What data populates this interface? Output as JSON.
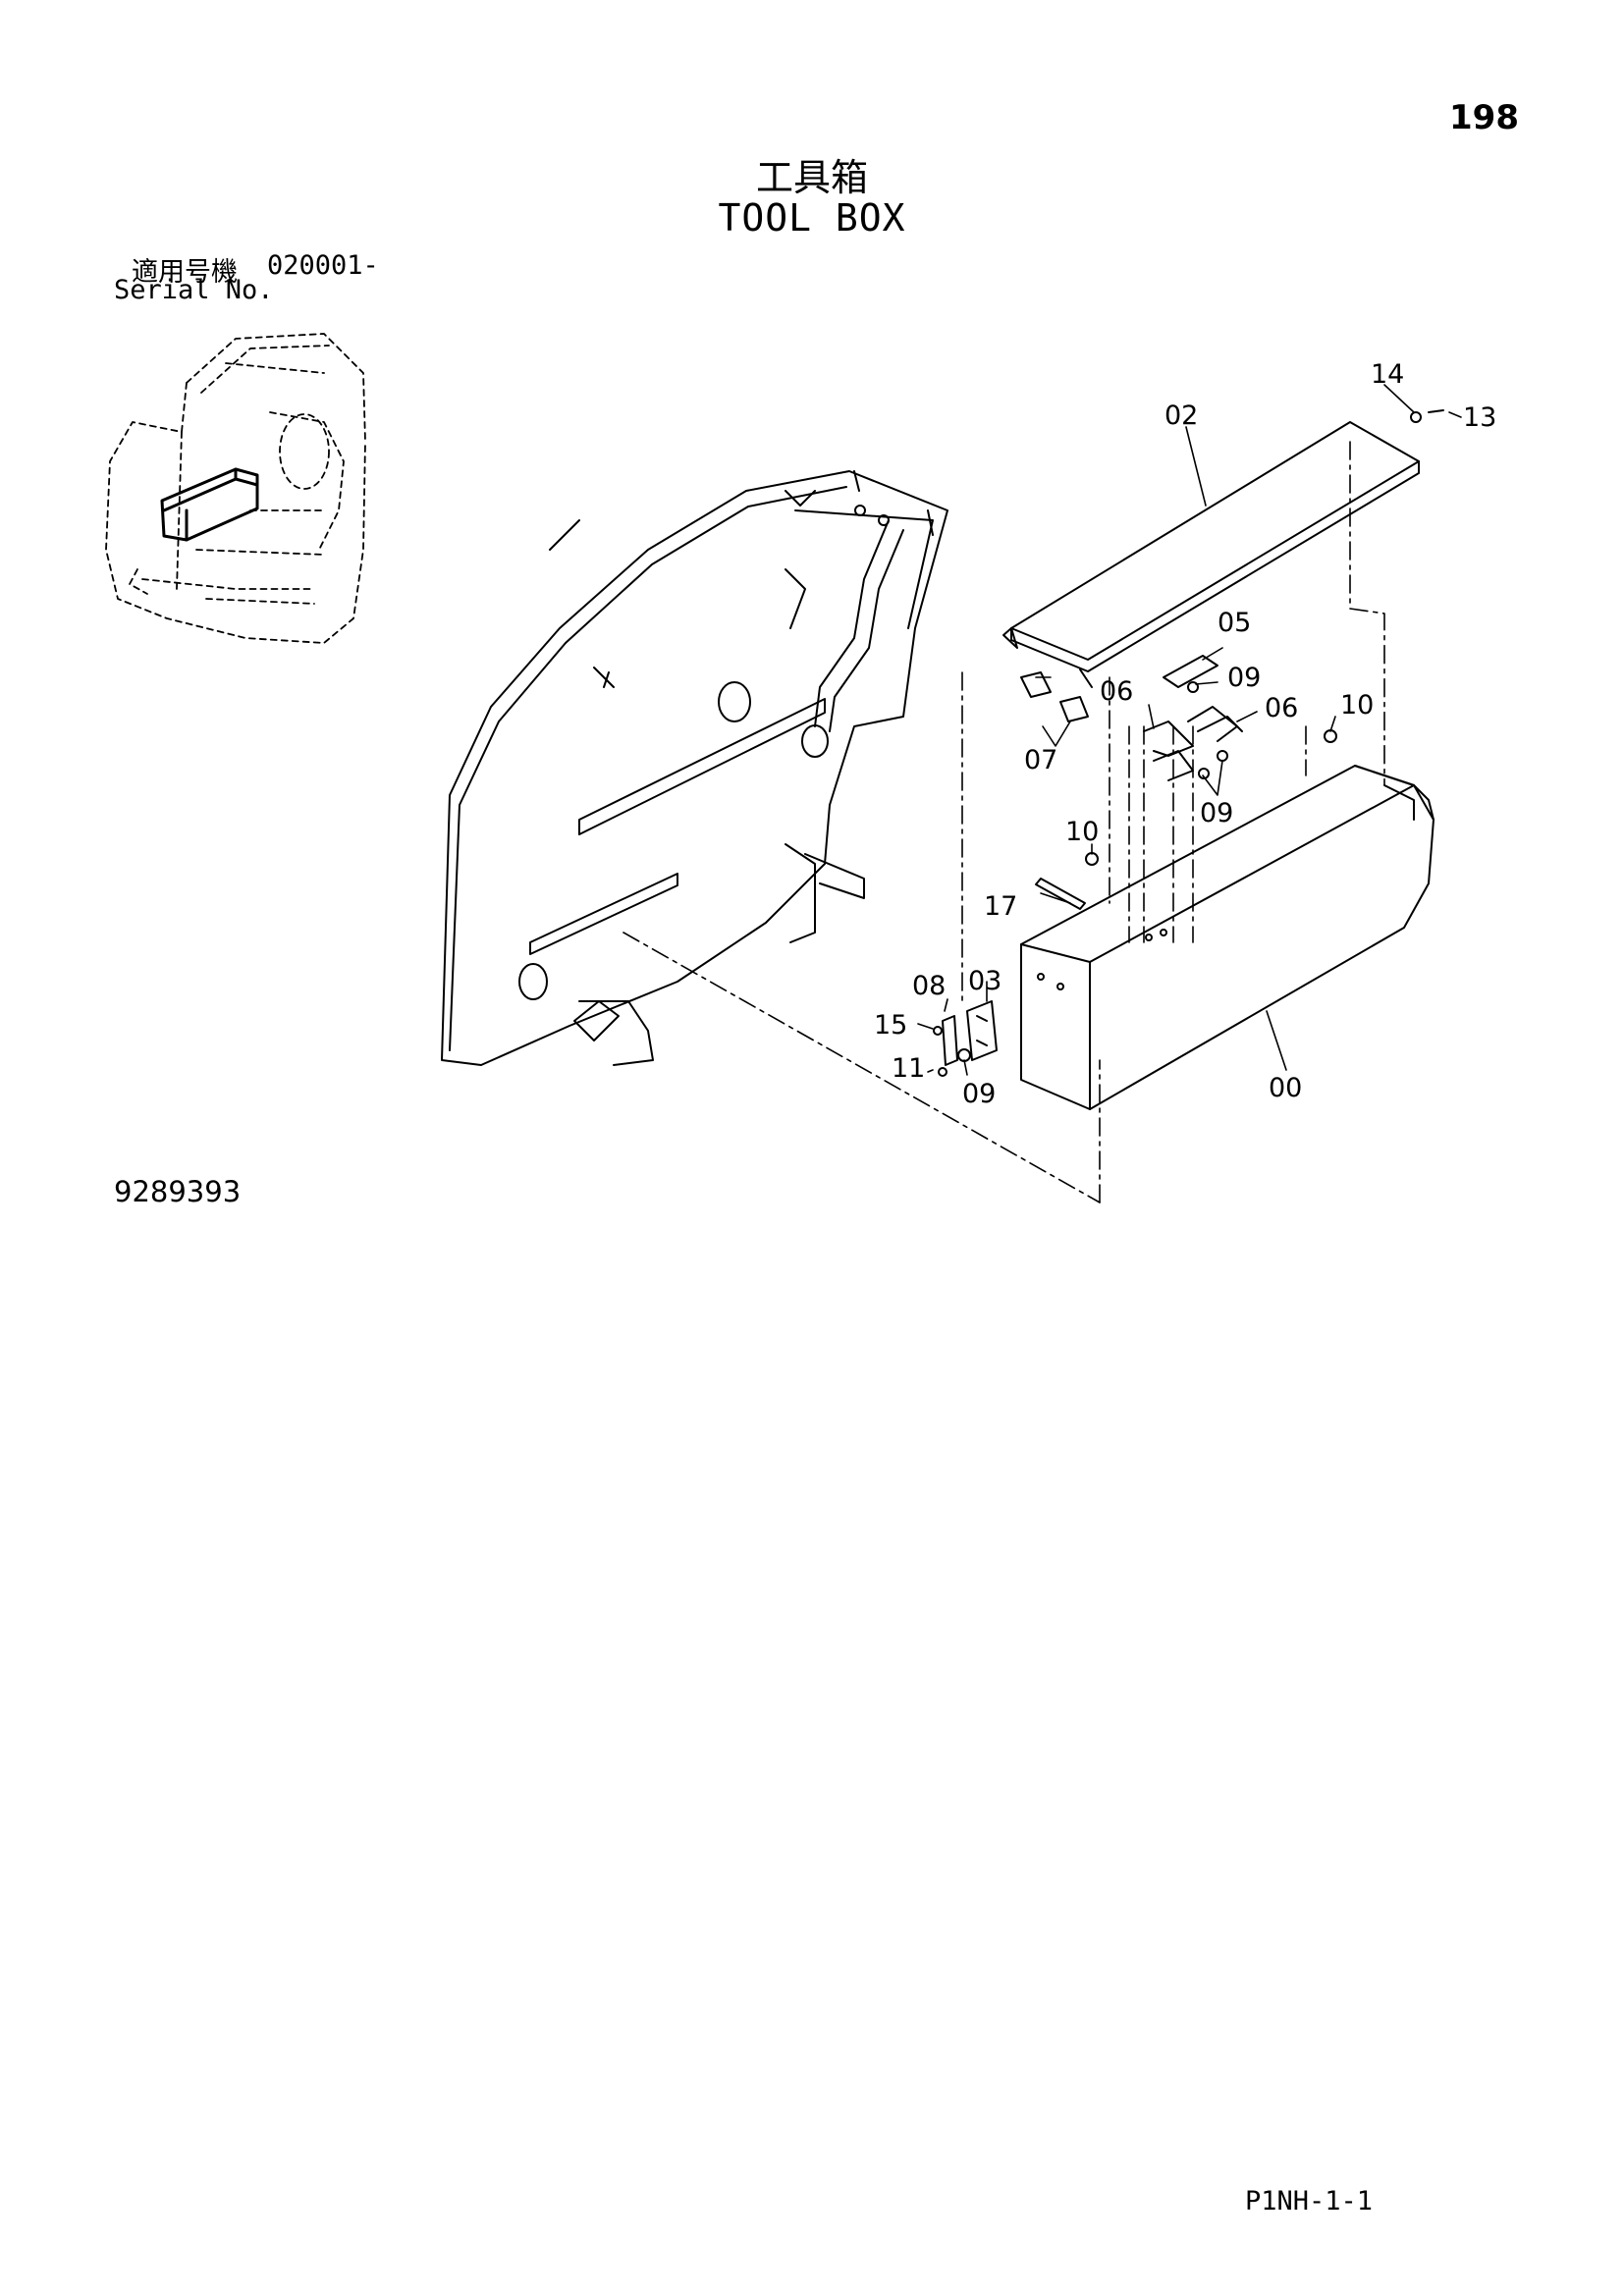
{
  "page_number": "198",
  "title": {
    "japanese": "工具箱",
    "english": "TOOL BOX"
  },
  "serial": {
    "label_japanese": "適用号機",
    "value": "020001-",
    "label_english": "Serial No."
  },
  "drawing_number": "9289393",
  "sheet_code": "P1NH-1-1",
  "part_labels": {
    "p00": "00",
    "p02": "02",
    "p03": "03",
    "p05": "05",
    "p06a": "06",
    "p06b": "06",
    "p07": "07",
    "p08": "08",
    "p09a": "09",
    "p09b": "09",
    "p09c": "09",
    "p10a": "10",
    "p10b": "10",
    "p11": "11",
    "p13": "13",
    "p14": "14",
    "p15": "15",
    "p17": "17"
  }
}
